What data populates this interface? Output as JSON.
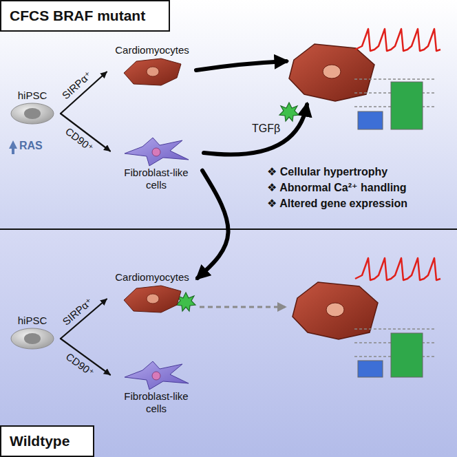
{
  "diagram": {
    "nodes": [
      {
        "text": [
          "CFCS BRAF mutant"
        ]
      },
      {
        "text": [
          "hiPSC"
        ]
      },
      {
        "text": [
          "Cardiomyocytes"
        ]
      },
      {
        "text": [
          "Fibroblast-like cells"
        ]
      },
      {
        "text": [
          "hiPSC"
        ]
      },
      {
        "text": [
          "Cardiomyocytes"
        ]
      },
      {
        "text": [
          "Fibroblast-like cells"
        ]
      },
      {
        "text": [
          "Wildtype"
        ]
      }
    ],
    "edges": [
      {
        "from": 1,
        "to": 2,
        "arrow": "to",
        "label": "SIRPα⁺"
      },
      {
        "from": 1,
        "to": 3,
        "arrow": "to",
        "label": "CD90⁺"
      },
      {
        "from": 3,
        "to": 5,
        "arrow": "to"
      },
      {
        "from": 4,
        "to": 5,
        "arrow": "to",
        "label": "SIRPα⁺"
      },
      {
        "from": 4,
        "to": 6,
        "arrow": "to",
        "label": "CD90⁺"
      }
    ],
    "labels": [
      "RAS",
      "TGFβ",
      "❖ Cellular hypertrophy",
      "❖ Abnormal Ca²⁺ handling",
      "❖ Altered gene expression"
    ]
  }
}
